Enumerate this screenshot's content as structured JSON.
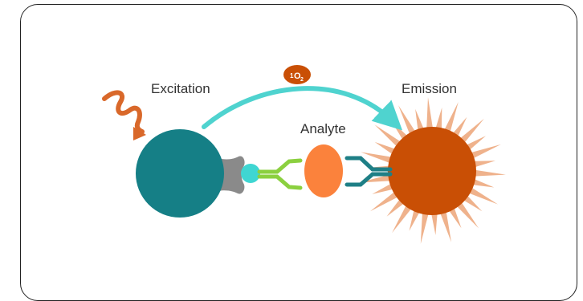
{
  "diagram": {
    "labels": {
      "excitation": "Excitation",
      "emission": "Emission",
      "analyte": "Analyte"
    },
    "singlet_oxygen": {
      "superscript": "1",
      "symbol": "O",
      "subscript": "2"
    }
  },
  "colors": {
    "donor_bead": "#157f86",
    "acceptor_bead": "#c94f05",
    "light_wave": "#d9682a",
    "transfer_arrow": "#4fd3cf",
    "rays": "#efb28c",
    "analyte": "#fb823c",
    "left_antibody": "#8bd03f",
    "right_antibody": "#1e7f86",
    "linker": "#8a8a8a",
    "linker_dot": "#3fd6d2"
  }
}
